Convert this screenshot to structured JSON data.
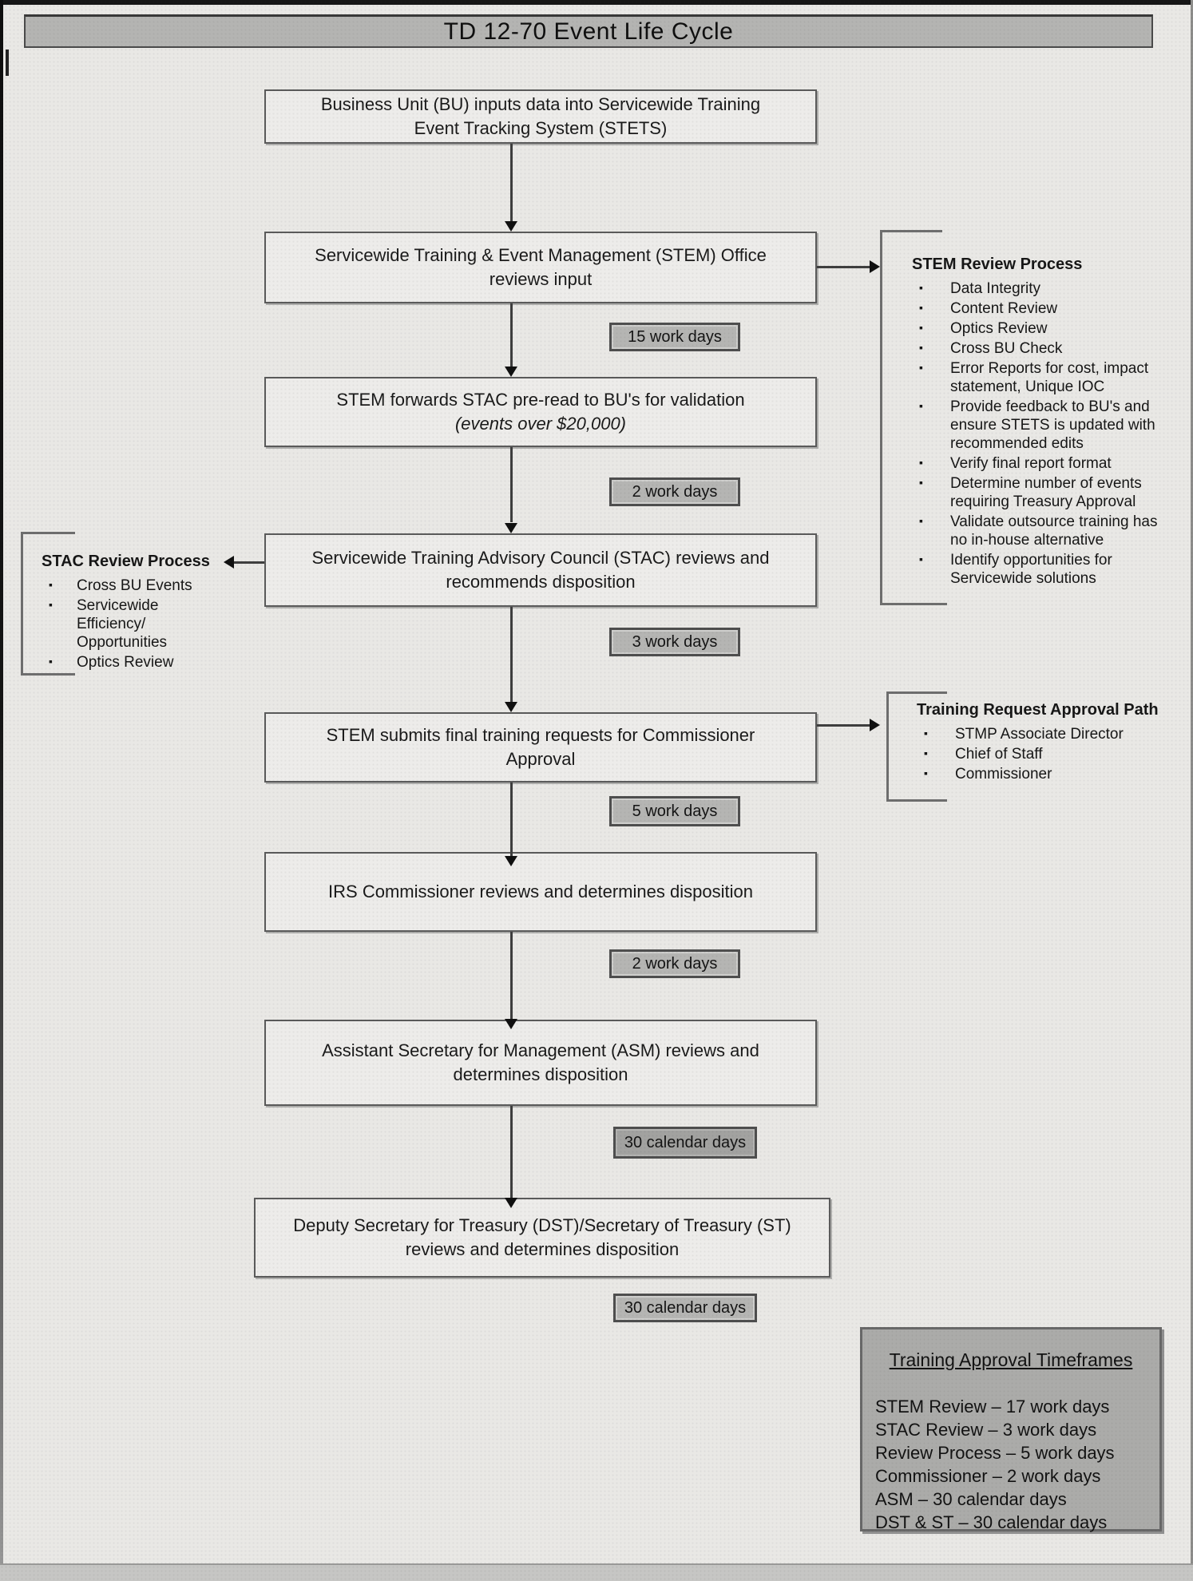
{
  "title": "TD 12-70 Event Life Cycle",
  "boxes": [
    {
      "text": "Business Unit (BU) inputs data into Servicewide Training Event Tracking System (STETS)"
    },
    {
      "text": "Servicewide Training & Event Management (STEM) Office reviews input"
    },
    {
      "text": "STEM forwards STAC pre-read to BU's for validation",
      "subtext": "(events over $20,000)"
    },
    {
      "text": "Servicewide Training Advisory Council (STAC) reviews and recommends disposition"
    },
    {
      "text": "STEM submits final training requests for Commissioner Approval"
    },
    {
      "text": "IRS Commissioner reviews and determines disposition"
    },
    {
      "text": "Assistant Secretary for Management (ASM) reviews and determines disposition"
    },
    {
      "text": "Deputy Secretary for Treasury (DST)/Secretary of Treasury (ST) reviews and determines disposition"
    }
  ],
  "badges": [
    "15 work days",
    "2 work days",
    "3 work days",
    "5 work days",
    "2 work days",
    "30 calendar days",
    "30 calendar days"
  ],
  "stem_review": {
    "title": "STEM Review Process",
    "items": [
      "Data Integrity",
      "Content Review",
      "Optics Review",
      "Cross BU Check",
      "Error Reports for cost, impact statement, Unique IOC",
      "Provide feedback to BU's and ensure STETS is updated with recommended edits",
      "Verify final report format",
      "Determine number of events requiring Treasury Approval",
      "Validate outsource training has no in-house alternative",
      "Identify opportunities for Servicewide solutions"
    ]
  },
  "stac_review": {
    "title": "STAC Review Process",
    "items": [
      "Cross BU Events",
      "Servicewide Efficiency/ Opportunities",
      "Optics Review"
    ]
  },
  "approval_path": {
    "title": "Training Request Approval Path",
    "items": [
      "STMP Associate Director",
      "Chief of Staff",
      "Commissioner"
    ]
  },
  "timeframes": {
    "title": "Training Approval Timeframes",
    "lines": [
      "STEM Review – 17 work days",
      "STAC Review – 3 work days",
      "Review Process – 5 work days",
      "Commissioner – 2 work days",
      "ASM – 30 calendar days",
      "DST & ST – 30 calendar days"
    ]
  },
  "colors": {
    "page_bg": "#e9e8e5",
    "banner_bg": "#b4b4b2",
    "box_bg": "#edecea",
    "box_border": "#5a5a5a",
    "badge_bg": "#b5b5b3",
    "badge_dark_bg": "#a2a2a0",
    "timeframes_bg": "#ababa9",
    "line_color": "#3e3e3e",
    "text_color": "#1a1a1a"
  }
}
